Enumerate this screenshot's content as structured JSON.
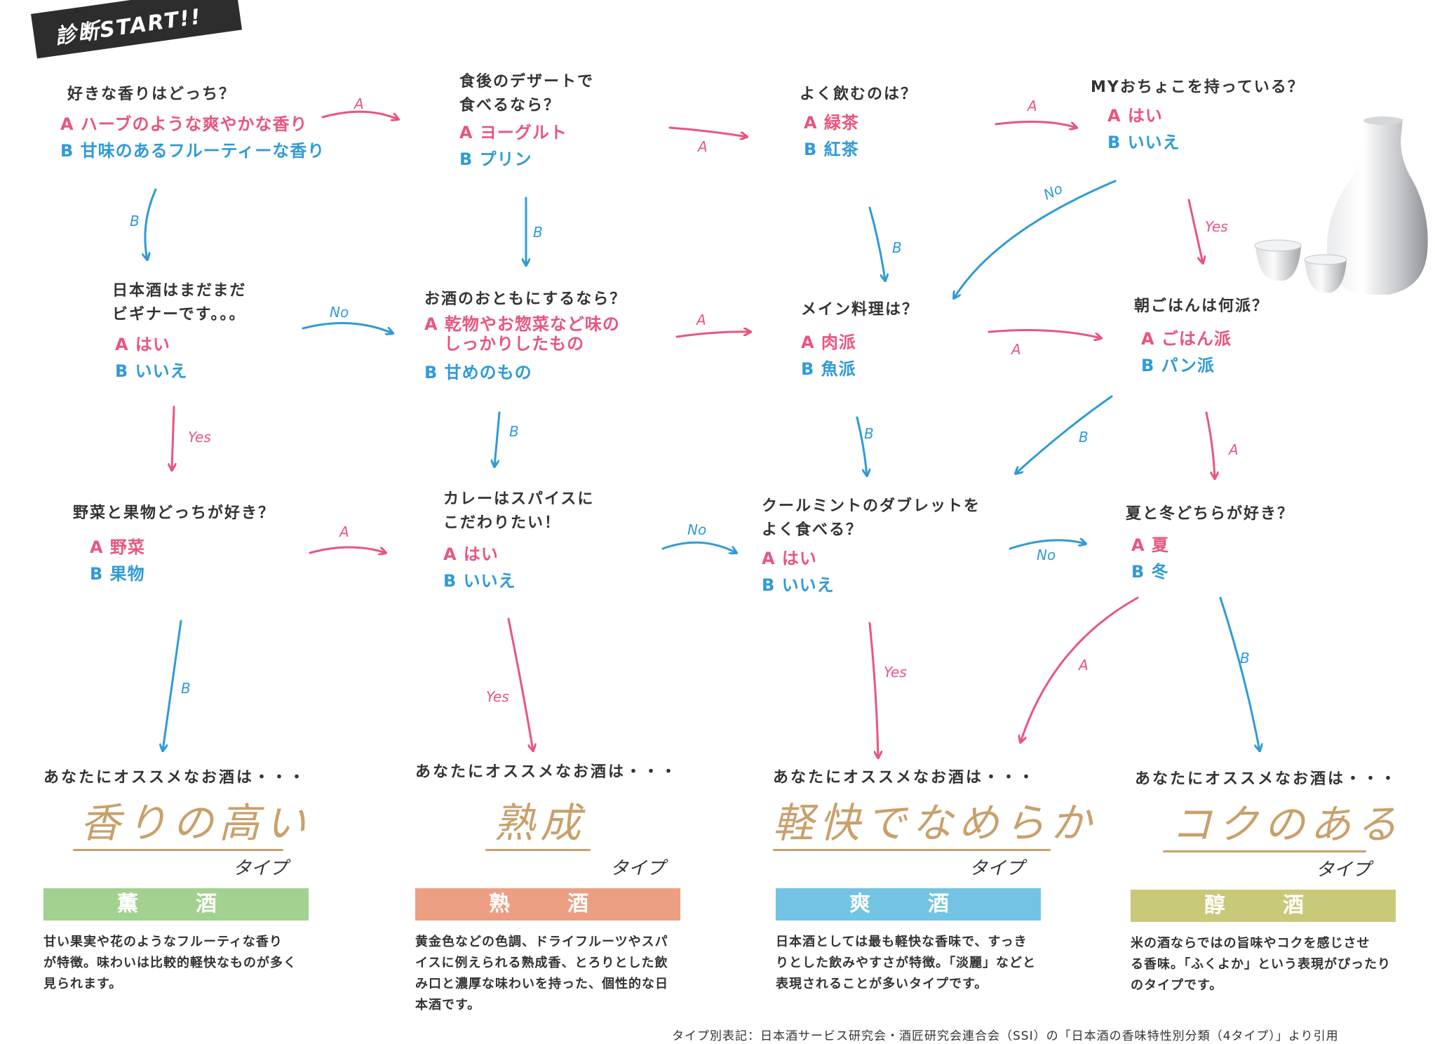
{
  "start_label": "診断START!!",
  "questions": {
    "q1": {
      "text": "好きな香りはどっち？",
      "a": "A ハーブのような爽やかな香り",
      "b": "B 甘味のあるフルーティーな香り"
    },
    "q2": {
      "text": "食後のデザートで\n食べるなら？",
      "a": "A ヨーグルト",
      "b": "B プリン"
    },
    "q3": {
      "text": "よく飲むのは？",
      "a": "A 緑茶",
      "b": "B 紅茶"
    },
    "q4": {
      "text": "MYおちょこを持っている？",
      "a": "A はい",
      "b": "B いいえ"
    },
    "q5": {
      "text": "日本酒はまだまだ\nビギナーです。。。",
      "a": "A はい",
      "b": "B いいえ"
    },
    "q6": {
      "text": "お酒のおともにするなら？",
      "a": "A 乾物やお惣菜など味の\n   しっかりしたもの",
      "b": "B 甘めのもの"
    },
    "q7": {
      "text": "メイン料理は？",
      "a": "A 肉派",
      "b": "B 魚派"
    },
    "q8": {
      "text": "朝ごはんは何派？",
      "a": "A ごはん派",
      "b": "B パン派"
    },
    "q9": {
      "text": "野菜と果物どっちが好き？",
      "a": "A 野菜",
      "b": "B 果物"
    },
    "q10": {
      "text": "カレーはスパイスに\nこだわりたい！",
      "a": "A はい",
      "b": "B いいえ"
    },
    "q11": {
      "text": "クールミントのダブレットを\nよく食べる？",
      "a": "A はい",
      "b": "B いいえ"
    },
    "q12": {
      "text": "夏と冬どちらが好き？",
      "a": "A 夏",
      "b": "B 冬"
    }
  },
  "arrow_labels": {
    "a": "A",
    "b": "B",
    "yes": "Yes",
    "no": "No"
  },
  "results": [
    {
      "intro": "あなたにオススメなお酒は・・・",
      "name": "香りの高い",
      "suffix": "タイプ",
      "category": "薫　酒",
      "color": "#a3d18f",
      "desc": "甘い果実や花のようなフルーティな香り\nが特徴。味わいは比較的軽快なものが多く\n見られます。"
    },
    {
      "intro": "あなたにオススメなお酒は・・・",
      "name": "熟成",
      "suffix": "タイプ",
      "category": "熟　酒",
      "color": "#ec9f83",
      "desc": "黄金色などの色調、ドライフルーツやスパ\nイスに例えられる熟成香、とろりとした飲\nみ口と濃厚な味わいを持った、個性的な日\n本酒です。"
    },
    {
      "intro": "あなたにオススメなお酒は・・・",
      "name": "軽快でなめらか",
      "suffix": "タイプ",
      "category": "爽　酒",
      "color": "#72c3e4",
      "desc": "日本酒としては最も軽快な香味で、すっき\nりとした飲みやすさが特徴。「淡麗」などと\n表現されることが多いタイプです。"
    },
    {
      "intro": "あなたにオススメなお酒は・・・",
      "name": "コクのある",
      "suffix": "タイプ",
      "category": "醇　酒",
      "color": "#c9c97a",
      "desc": "米の酒ならではの旨味やコクを感じさせ\nる香味。「ふくよか」という表現がぴったり\nのタイプです。"
    }
  ],
  "credit": "タイプ別表記：日本酒サービス研究会・酒匠研究会連合会（SSI）の「日本酒の香味特性別分類（4タイプ）」より引用",
  "colors": {
    "pink": "#e8557e",
    "blue": "#2f9ad8",
    "gold": "#c9a06a"
  },
  "icons": [
    "sake-bottle-icon",
    "sake-cup-icon"
  ]
}
